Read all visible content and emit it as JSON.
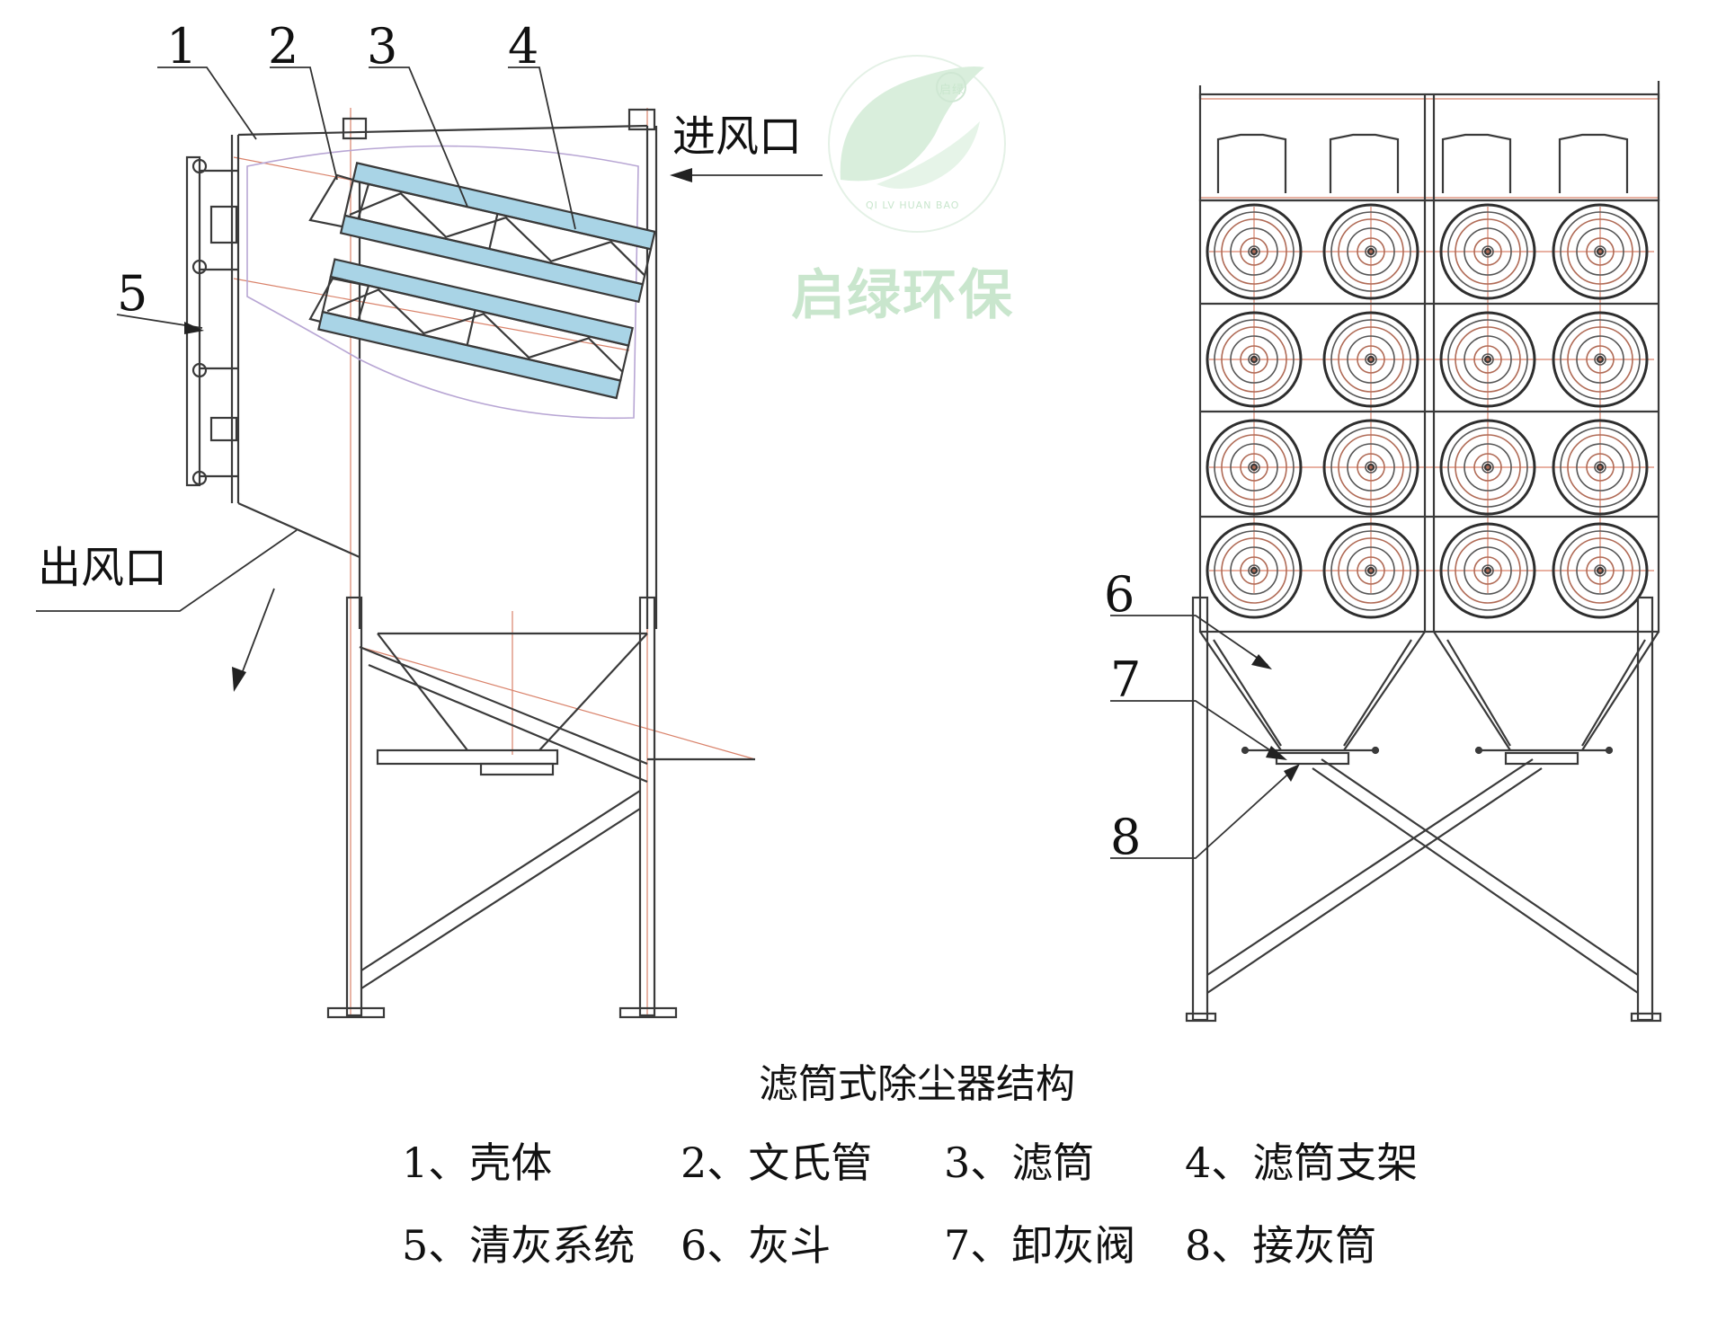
{
  "watermark": {
    "logo_badge": "启绿",
    "logo_latin": "QI LV HUAN BAO",
    "brand": "启绿环保"
  },
  "ports": {
    "inlet": "进风口",
    "outlet": "出风口"
  },
  "callouts": [
    "1",
    "2",
    "3",
    "4",
    "5",
    "6",
    "7",
    "8"
  ],
  "caption": {
    "title": "滤筒式除尘器结构",
    "legend": [
      {
        "num": "1、",
        "label": "壳体"
      },
      {
        "num": "2、",
        "label": "文氏管"
      },
      {
        "num": "3、",
        "label": "滤筒"
      },
      {
        "num": "4、",
        "label": "滤筒支架"
      },
      {
        "num": "5、",
        "label": "清灰系统"
      },
      {
        "num": "6、",
        "label": "灰斗"
      },
      {
        "num": "7、",
        "label": "卸灰阀"
      },
      {
        "num": "8、",
        "label": "接灰筒"
      }
    ]
  },
  "colors": {
    "line": "#3a3a3a",
    "centerline": "#d9826a",
    "filter_fill": "#a9d4e6",
    "watermark": "#c9e6cd"
  }
}
